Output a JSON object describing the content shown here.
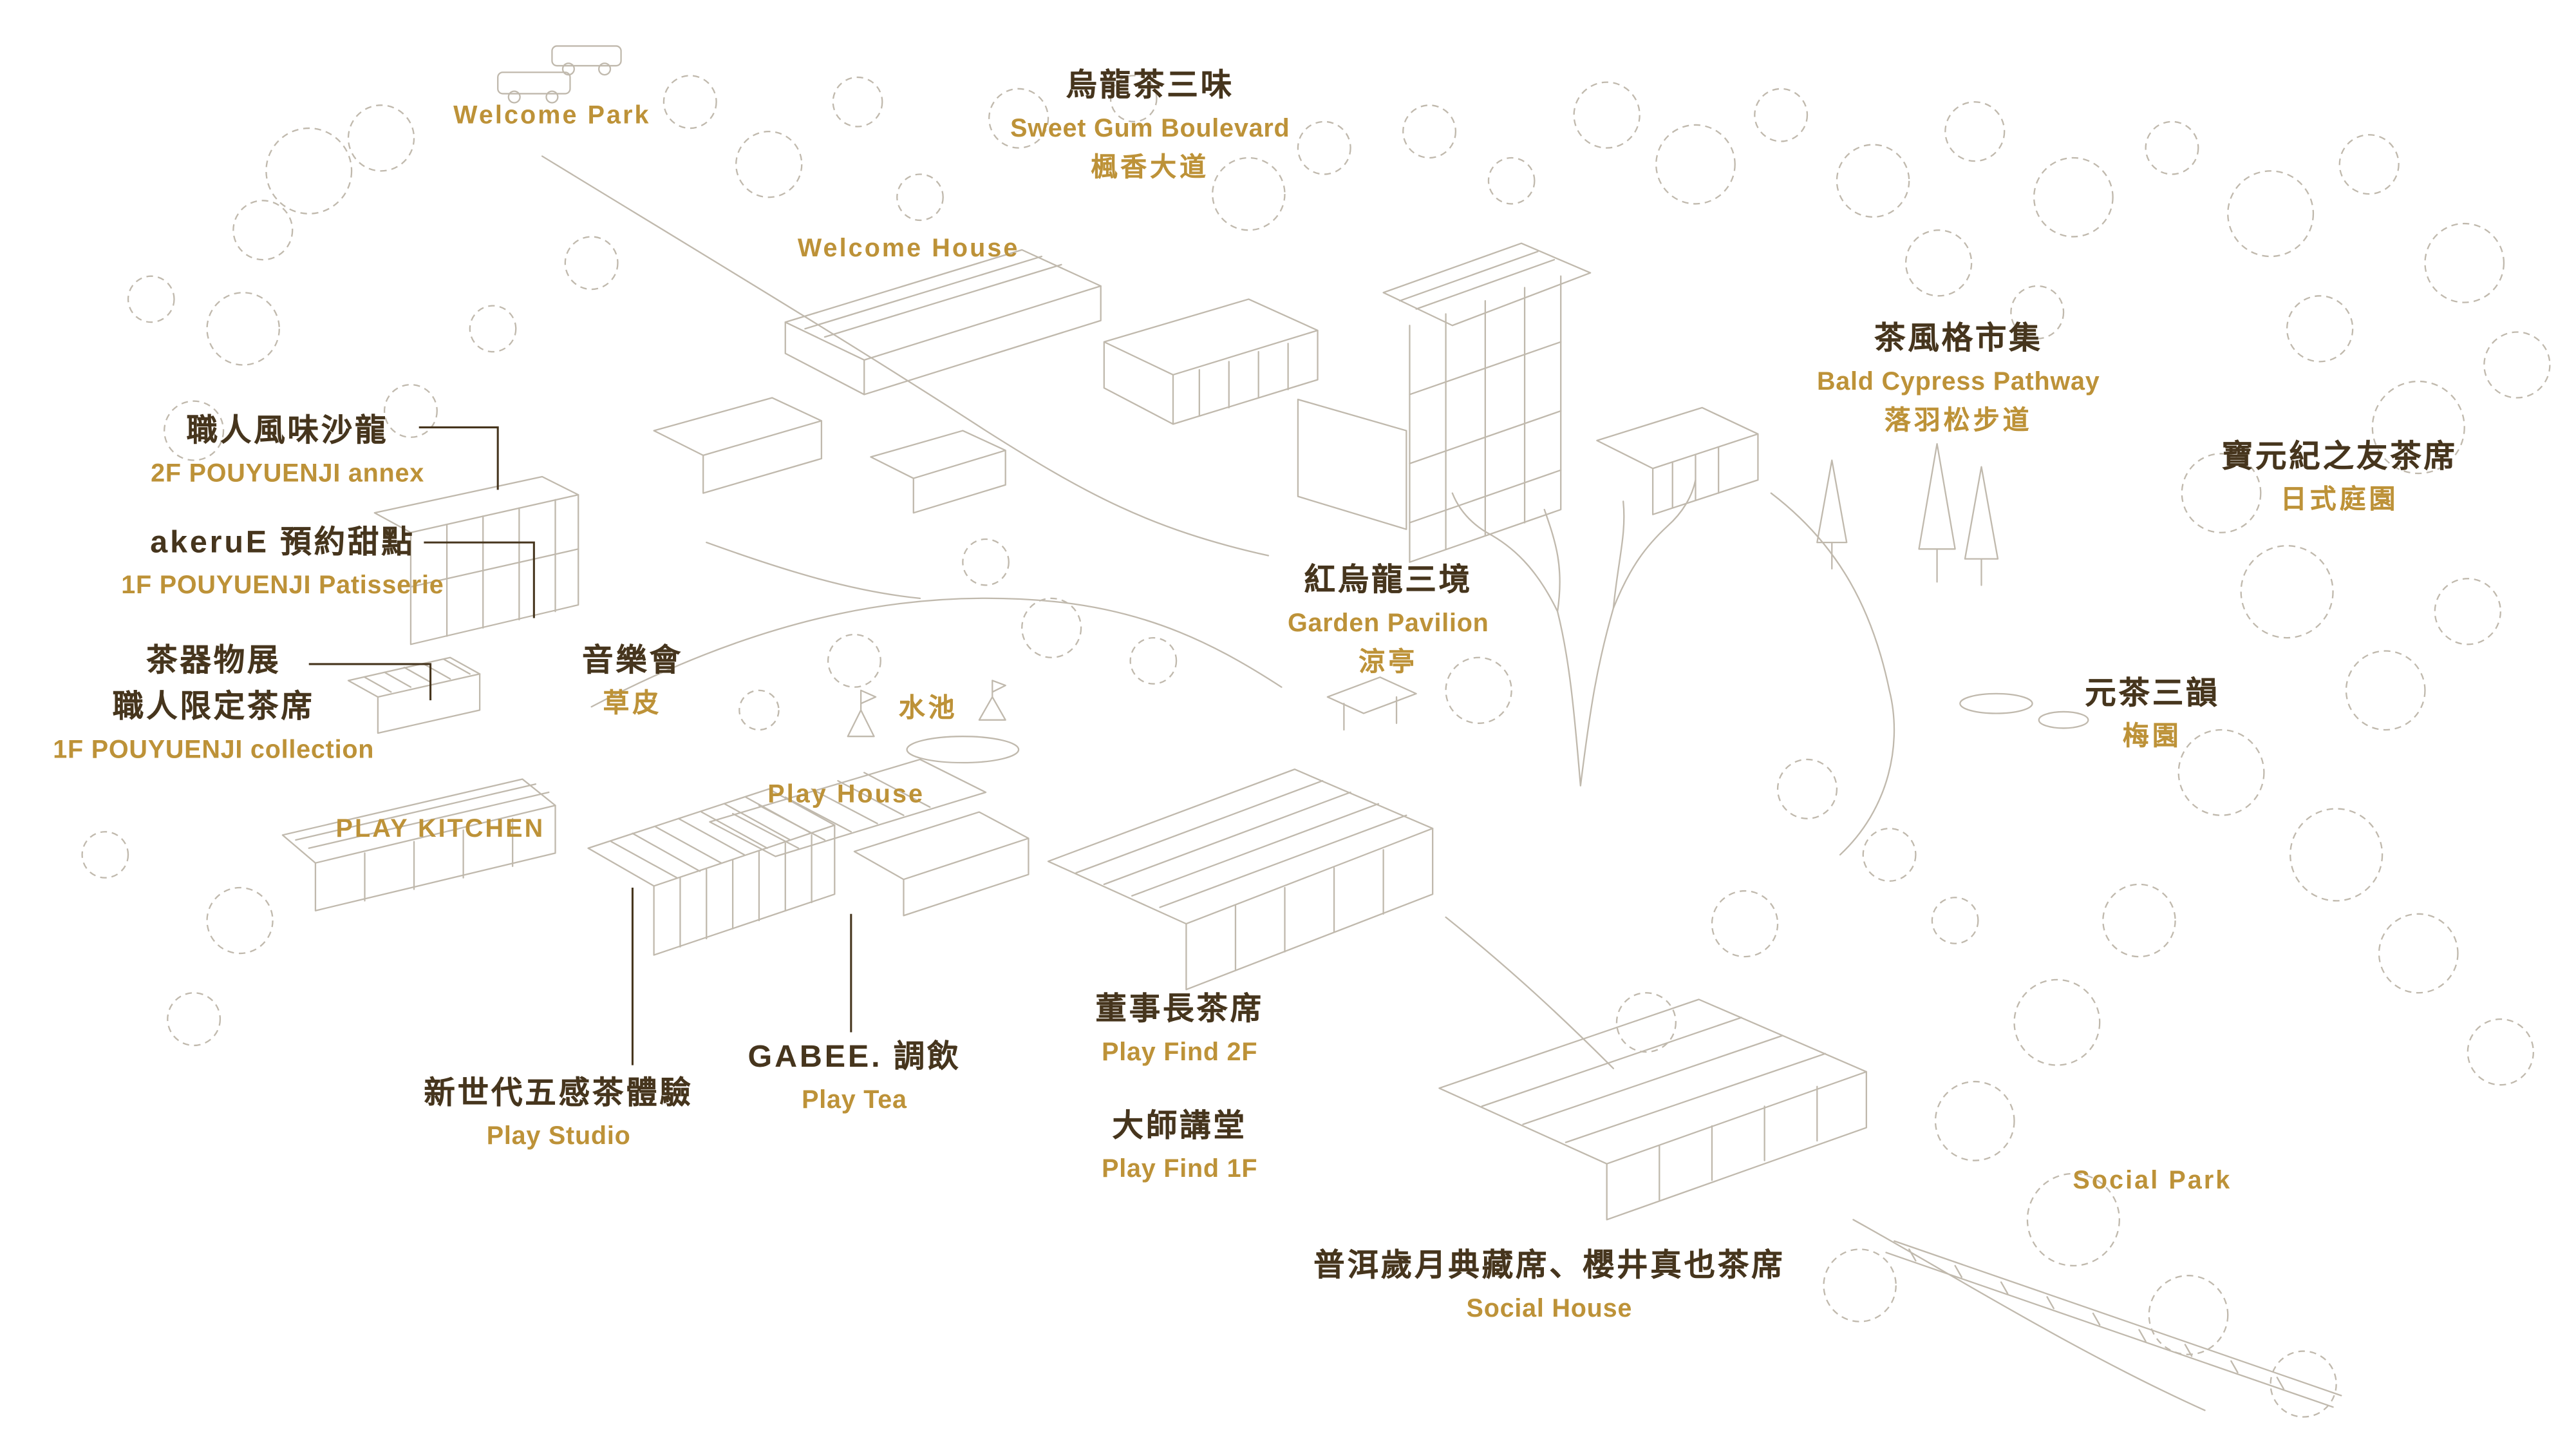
{
  "map": {
    "name": "Tea park illustrated site map",
    "colors": {
      "gold": "#bd9238",
      "dark": "#46351d",
      "line": "#c0b9ad"
    }
  },
  "labels": {
    "welcome_park": [
      "Welcome Park"
    ],
    "oolong_trio": [
      "烏龍茶三味",
      "Sweet Gum Boulevard",
      "楓香大道"
    ],
    "welcome_house": [
      "Welcome House"
    ],
    "tea_style_market": [
      "茶風格市集",
      "Bald Cypress Pathway",
      "落羽松步道"
    ],
    "pouyuenji_friends": [
      "寶元紀之友茶席",
      "日式庭園"
    ],
    "artisan_salon": [
      "職人風味沙龍",
      "2F POUYUENJI annex"
    ],
    "akerue_patisserie": [
      "akeruE 預約甜點",
      "1F POUYUENJI Patisserie"
    ],
    "collection": [
      "茶器物展",
      "職人限定茶席",
      "1F POUYUENJI collection"
    ],
    "concert_lawn": [
      "音樂會",
      "草皮"
    ],
    "red_oolong_pavilion": [
      "紅烏龍三境",
      "Garden Pavilion",
      "涼亭"
    ],
    "pond": [
      "水池"
    ],
    "play_house": [
      "Play House"
    ],
    "yuan_tea": [
      "元茶三韻",
      "梅園"
    ],
    "play_kitchen": [
      "PLAY KITCHEN"
    ],
    "play_studio": [
      "新世代五感茶體驗",
      "Play Studio"
    ],
    "gabee_play_tea": [
      "GABEE. 調飲",
      "Play Tea"
    ],
    "play_find_2f": [
      "董事長茶席",
      "Play Find 2F"
    ],
    "play_find_1f": [
      "大師講堂",
      "Play Find 1F"
    ],
    "social_house": [
      "普洱歲月典藏席、櫻井真也茶席",
      "Social House"
    ],
    "social_park": [
      "Social Park"
    ]
  }
}
